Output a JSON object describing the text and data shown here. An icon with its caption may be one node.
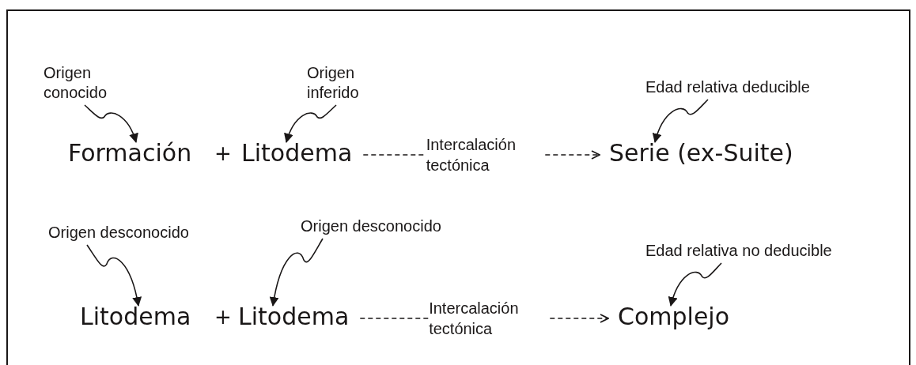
{
  "diagram": {
    "nodes": [
      {
        "text": [
          "Origen conocido"
        ]
      },
      {
        "text": [
          "Origen inferido"
        ]
      },
      {
        "text": [
          "Edad relativa deducible"
        ]
      },
      {
        "text": [
          "Formación"
        ]
      },
      {
        "text": [
          "Litodema"
        ]
      },
      {
        "text": [
          "Serie (ex-Suite)"
        ]
      },
      {
        "text": [
          "Origen desconocido"
        ]
      },
      {
        "text": [
          "Origen desconocido"
        ]
      },
      {
        "text": [
          "Edad relativa no deducible"
        ]
      },
      {
        "text": [
          "Litodema"
        ]
      },
      {
        "text": [
          "Litodema"
        ]
      },
      {
        "text": [
          "Complejo"
        ]
      }
    ],
    "edges": [
      {
        "from": 0,
        "to": 3,
        "arrow": "to"
      },
      {
        "from": 1,
        "to": 4,
        "arrow": "to"
      },
      {
        "from": 2,
        "to": 5,
        "arrow": "to"
      },
      {
        "from": 4,
        "to": 5,
        "arrow": "to",
        "label": "Intercalación tectónica",
        "style": "dashed"
      },
      {
        "from": 6,
        "to": 9,
        "arrow": "to"
      },
      {
        "from": 7,
        "to": 10,
        "arrow": "to"
      },
      {
        "from": 8,
        "to": 11,
        "arrow": "to"
      },
      {
        "from": 10,
        "to": 11,
        "arrow": "to",
        "label": "Intercalación tectónica",
        "style": "dashed"
      }
    ],
    "labels": [
      "+",
      "+"
    ]
  }
}
